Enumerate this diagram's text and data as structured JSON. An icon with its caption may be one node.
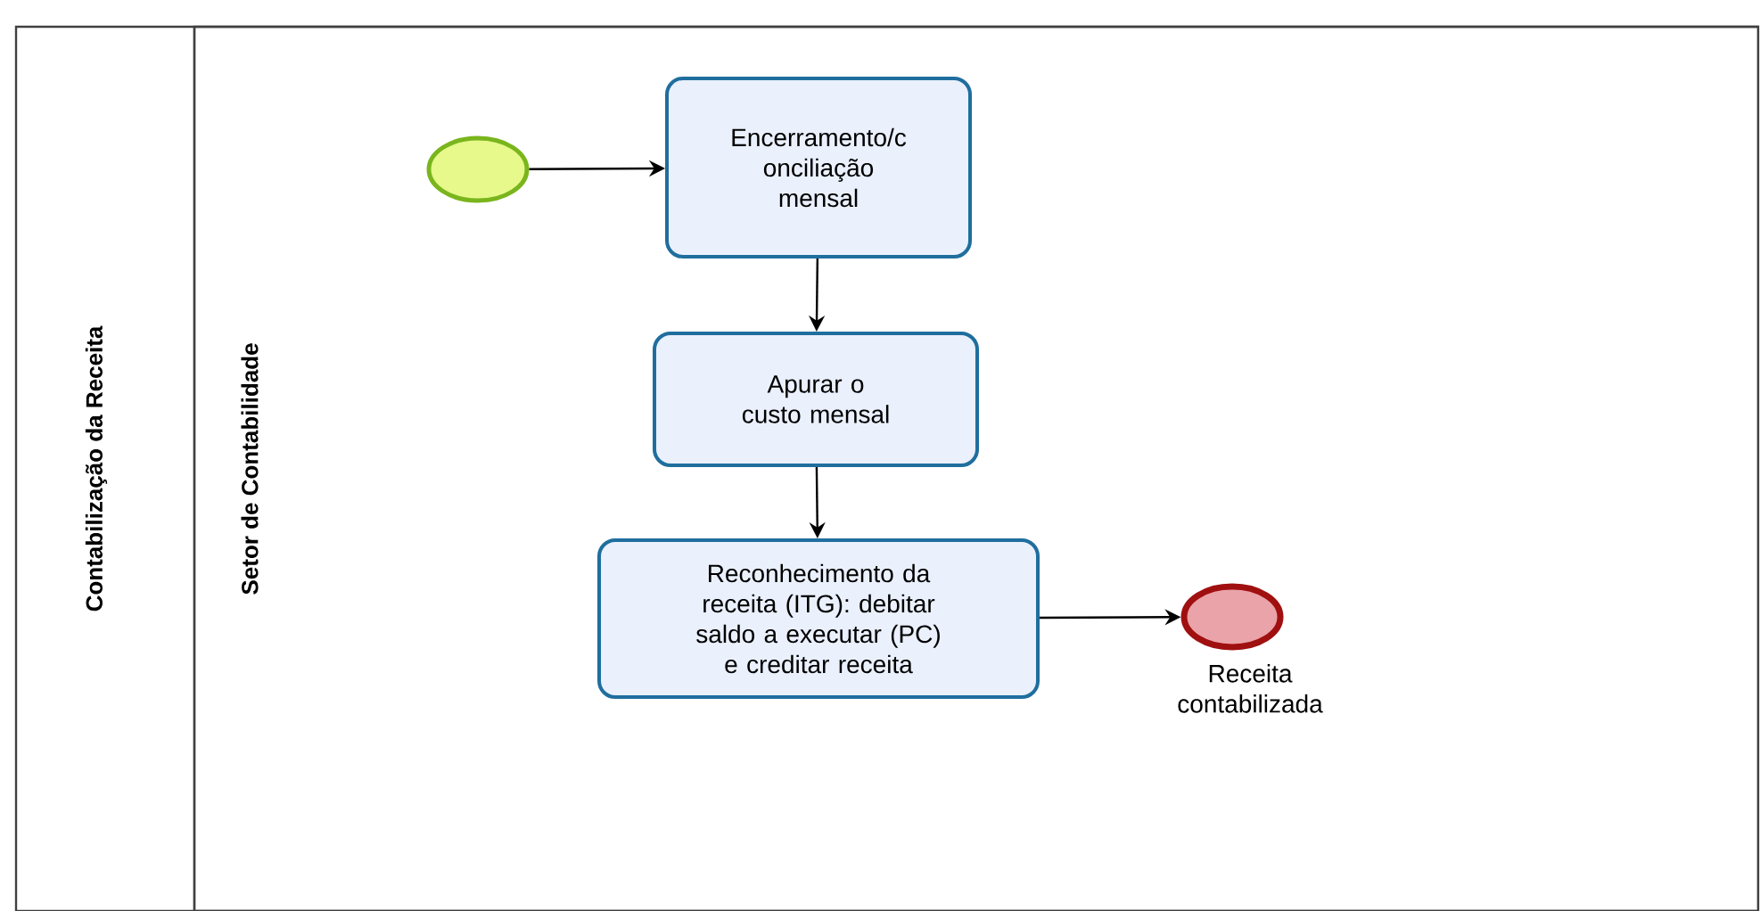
{
  "diagram": {
    "nodes": [
      {
        "text": [
          "Contabilização da Receita"
        ]
      },
      {
        "text": [
          "Setor de Contabilidade"
        ],
        "in": 0
      },
      {
        "text": [],
        "shape": "circle",
        "in": 1
      },
      {
        "text": [
          "Encerramento/c onciliação mensal"
        ],
        "in": 1
      },
      {
        "text": [
          "Apurar o custo mensal"
        ],
        "in": 1
      },
      {
        "text": [
          "Reconhecimento da receita (ITG): debitar saldo a executar (PC) e creditar receita"
        ],
        "in": 1
      },
      {
        "text": [],
        "shape": "circle",
        "in": 1,
        "beside": [
          "Receita contabilizada"
        ]
      }
    ],
    "edges": [
      {
        "from": 2,
        "to": 3,
        "arrow": "to"
      },
      {
        "from": 3,
        "to": 4,
        "arrow": "to"
      },
      {
        "from": 4,
        "to": 5,
        "arrow": "to"
      },
      {
        "from": 5,
        "to": 6,
        "arrow": "to"
      }
    ]
  }
}
